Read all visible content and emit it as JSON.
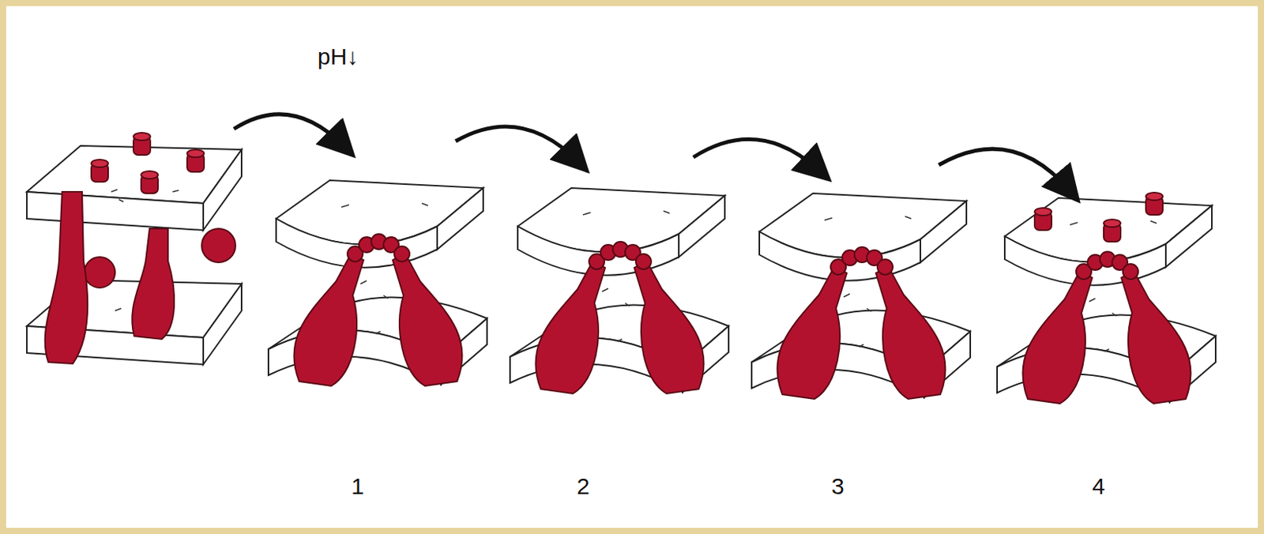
{
  "diagram": {
    "labels": [
      "pH↓",
      "1",
      "2",
      "3",
      "4"
    ]
  }
}
